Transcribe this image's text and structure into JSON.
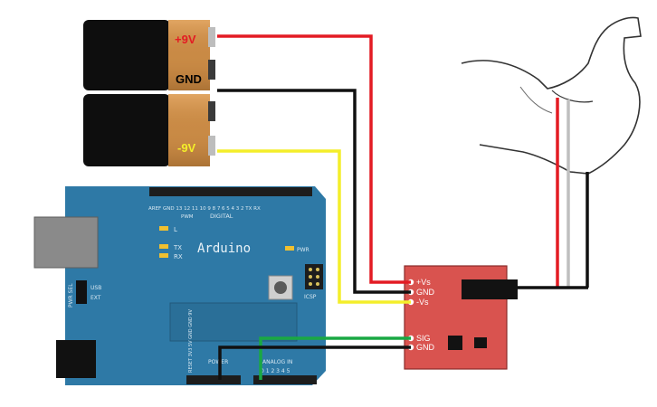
{
  "batteries": {
    "top_label": "+9V",
    "middle_label": "GND",
    "bottom_label": "-9V"
  },
  "arduino": {
    "title": "Arduino",
    "header_top": "AREF GND 13 12 11 10 9 8 7 6 5 4 3 2 TX RX",
    "digital_label": "DIGITAL",
    "pwm_label": "PWM",
    "led_l": "L",
    "led_tx": "TX",
    "led_rx": "RX",
    "pwr_led": "PWR",
    "icsp": "ICSP",
    "usb_ext_usb": "USB",
    "usb_ext_ext": "EXT",
    "pwr_sel": "PWR SEL",
    "power_header": "RESET 3V3 5V GND GND 9V",
    "power_label": "POWER",
    "analog_label": "ANALOG IN",
    "analog_pins": "0 1 2 3 4 5"
  },
  "sensor": {
    "pin_vs_plus": "+Vs",
    "pin_gnd_top": "GND",
    "pin_vs_minus": "-Vs",
    "pin_sig": "SIG",
    "pin_gnd_bottom": "GND"
  },
  "colors": {
    "red_wire": "#e31b23",
    "black_wire": "#111111",
    "yellow_wire": "#f4ee2a",
    "green_wire": "#1aa843",
    "board": "#2e79a6",
    "sensor": "#d9534f"
  }
}
